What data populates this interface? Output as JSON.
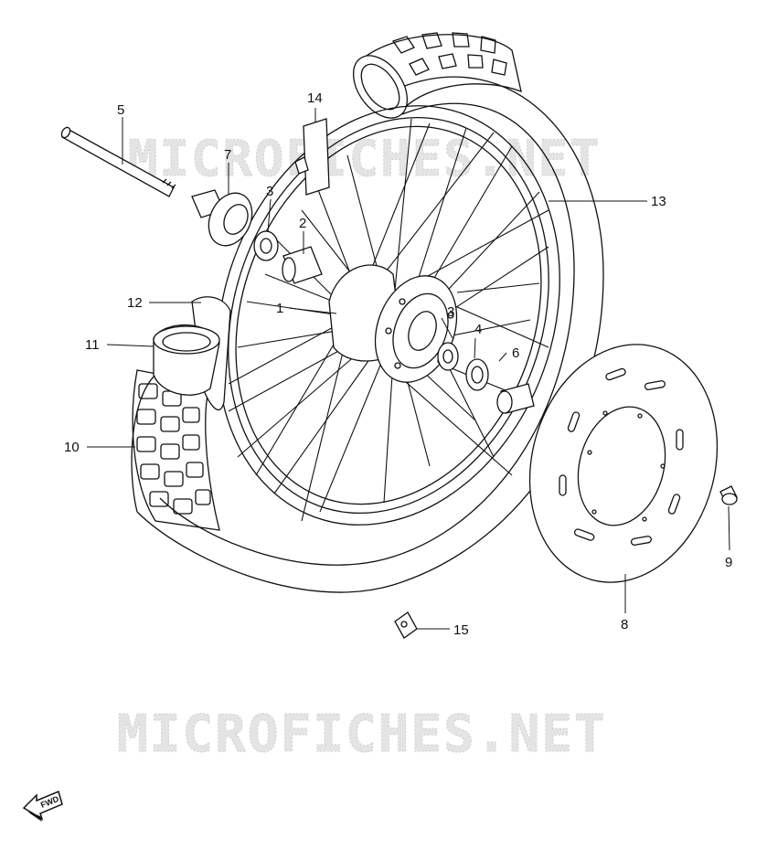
{
  "watermark": {
    "text": "MICROFICHES.NET"
  },
  "fwd_label": "FWD",
  "callouts": {
    "c1": "1",
    "c2": "2",
    "c3a": "3",
    "c3b": "3",
    "c4": "4",
    "c5": "5",
    "c6": "6",
    "c7": "7",
    "c8": "8",
    "c9": "9",
    "c10": "10",
    "c11": "11",
    "c12": "12",
    "c13": "13",
    "c14": "14",
    "c15": "15"
  }
}
